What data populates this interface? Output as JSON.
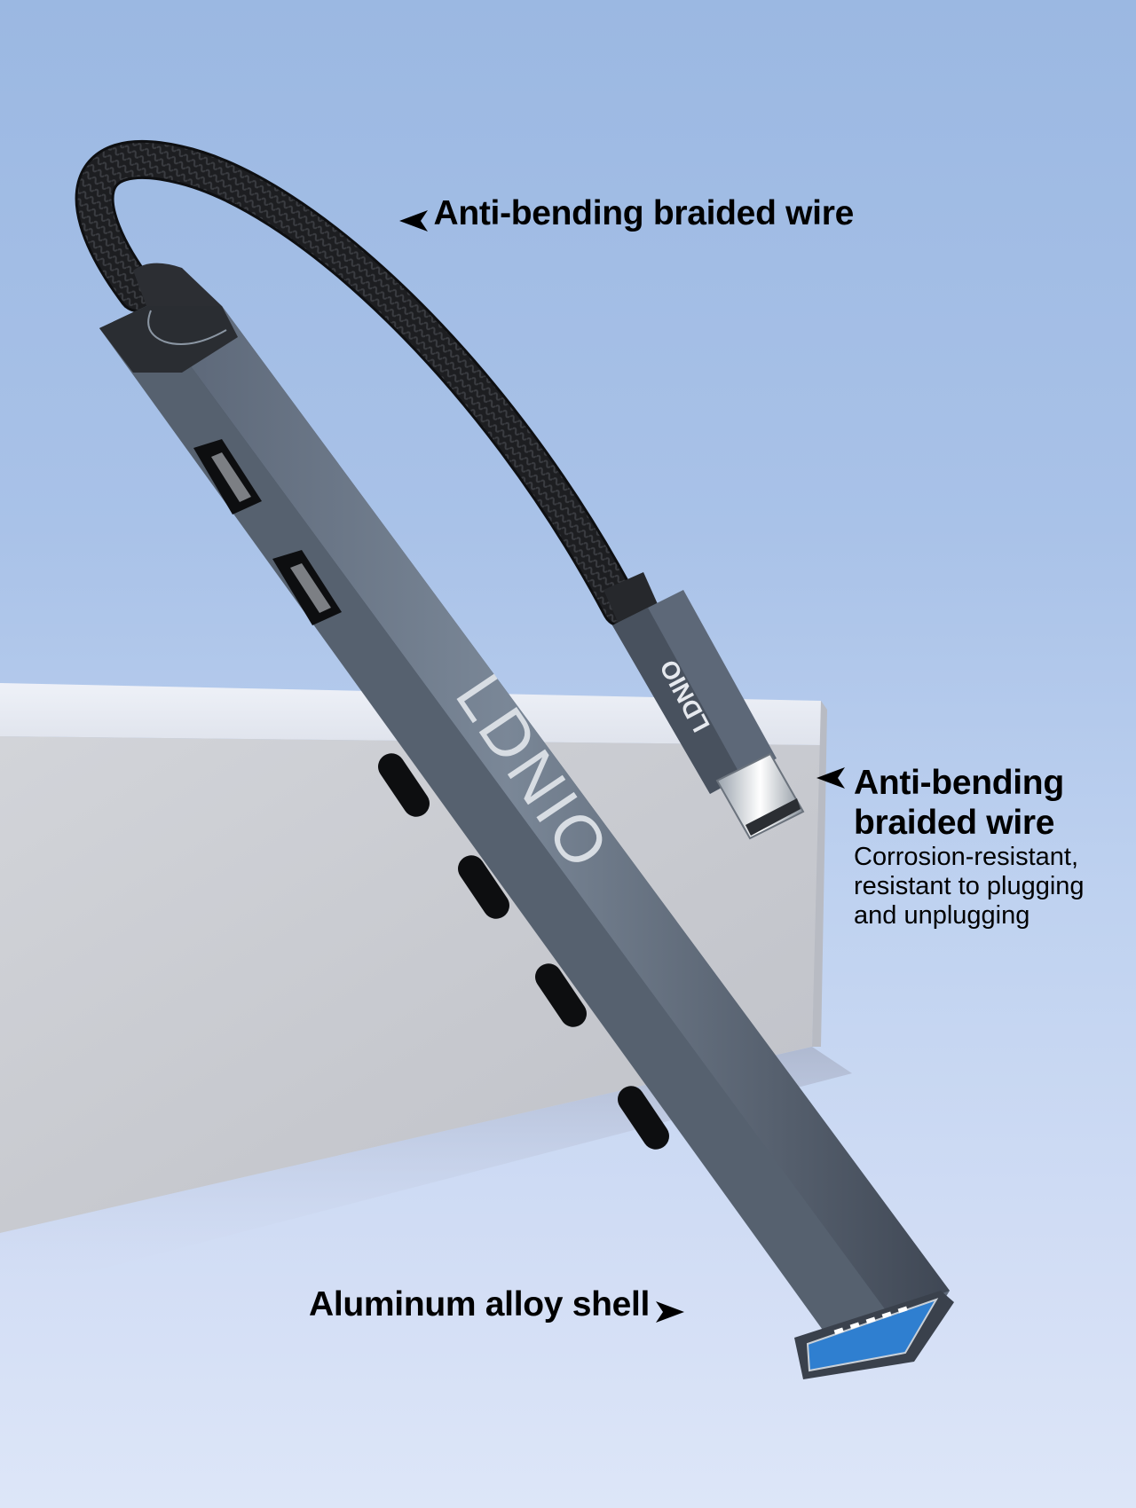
{
  "product": {
    "brand_logo_text": "LDNIO",
    "type": "USB-C hub with braided cable",
    "ports": [
      "USB-A",
      "USB-A",
      "USB-C",
      "USB-C",
      "USB-C",
      "USB-C",
      "USB-A 3.0"
    ]
  },
  "callouts": {
    "top": {
      "title": "Anti-bending braided wire",
      "arrow": "left-arrow"
    },
    "right": {
      "title_line1": "Anti-bending",
      "title_line2": "braided wire",
      "desc_line1": "Corrosion-resistant,",
      "desc_line2": "resistant to plugging",
      "desc_line3": "and unplugging",
      "arrow": "left-arrow"
    },
    "bottom": {
      "title": "Aluminum alloy shell",
      "arrow": "right-arrow"
    }
  },
  "colors": {
    "background_top": "#9bb8e2",
    "background_bottom": "#dde6f8",
    "block_top": "#e6eaf4",
    "block_front": "#c9ccd3",
    "hub_body": "#66758a",
    "hub_dark": "#3e4652",
    "cable": "#202124",
    "usb3_blue": "#2f7fd0",
    "text": "#000000"
  }
}
